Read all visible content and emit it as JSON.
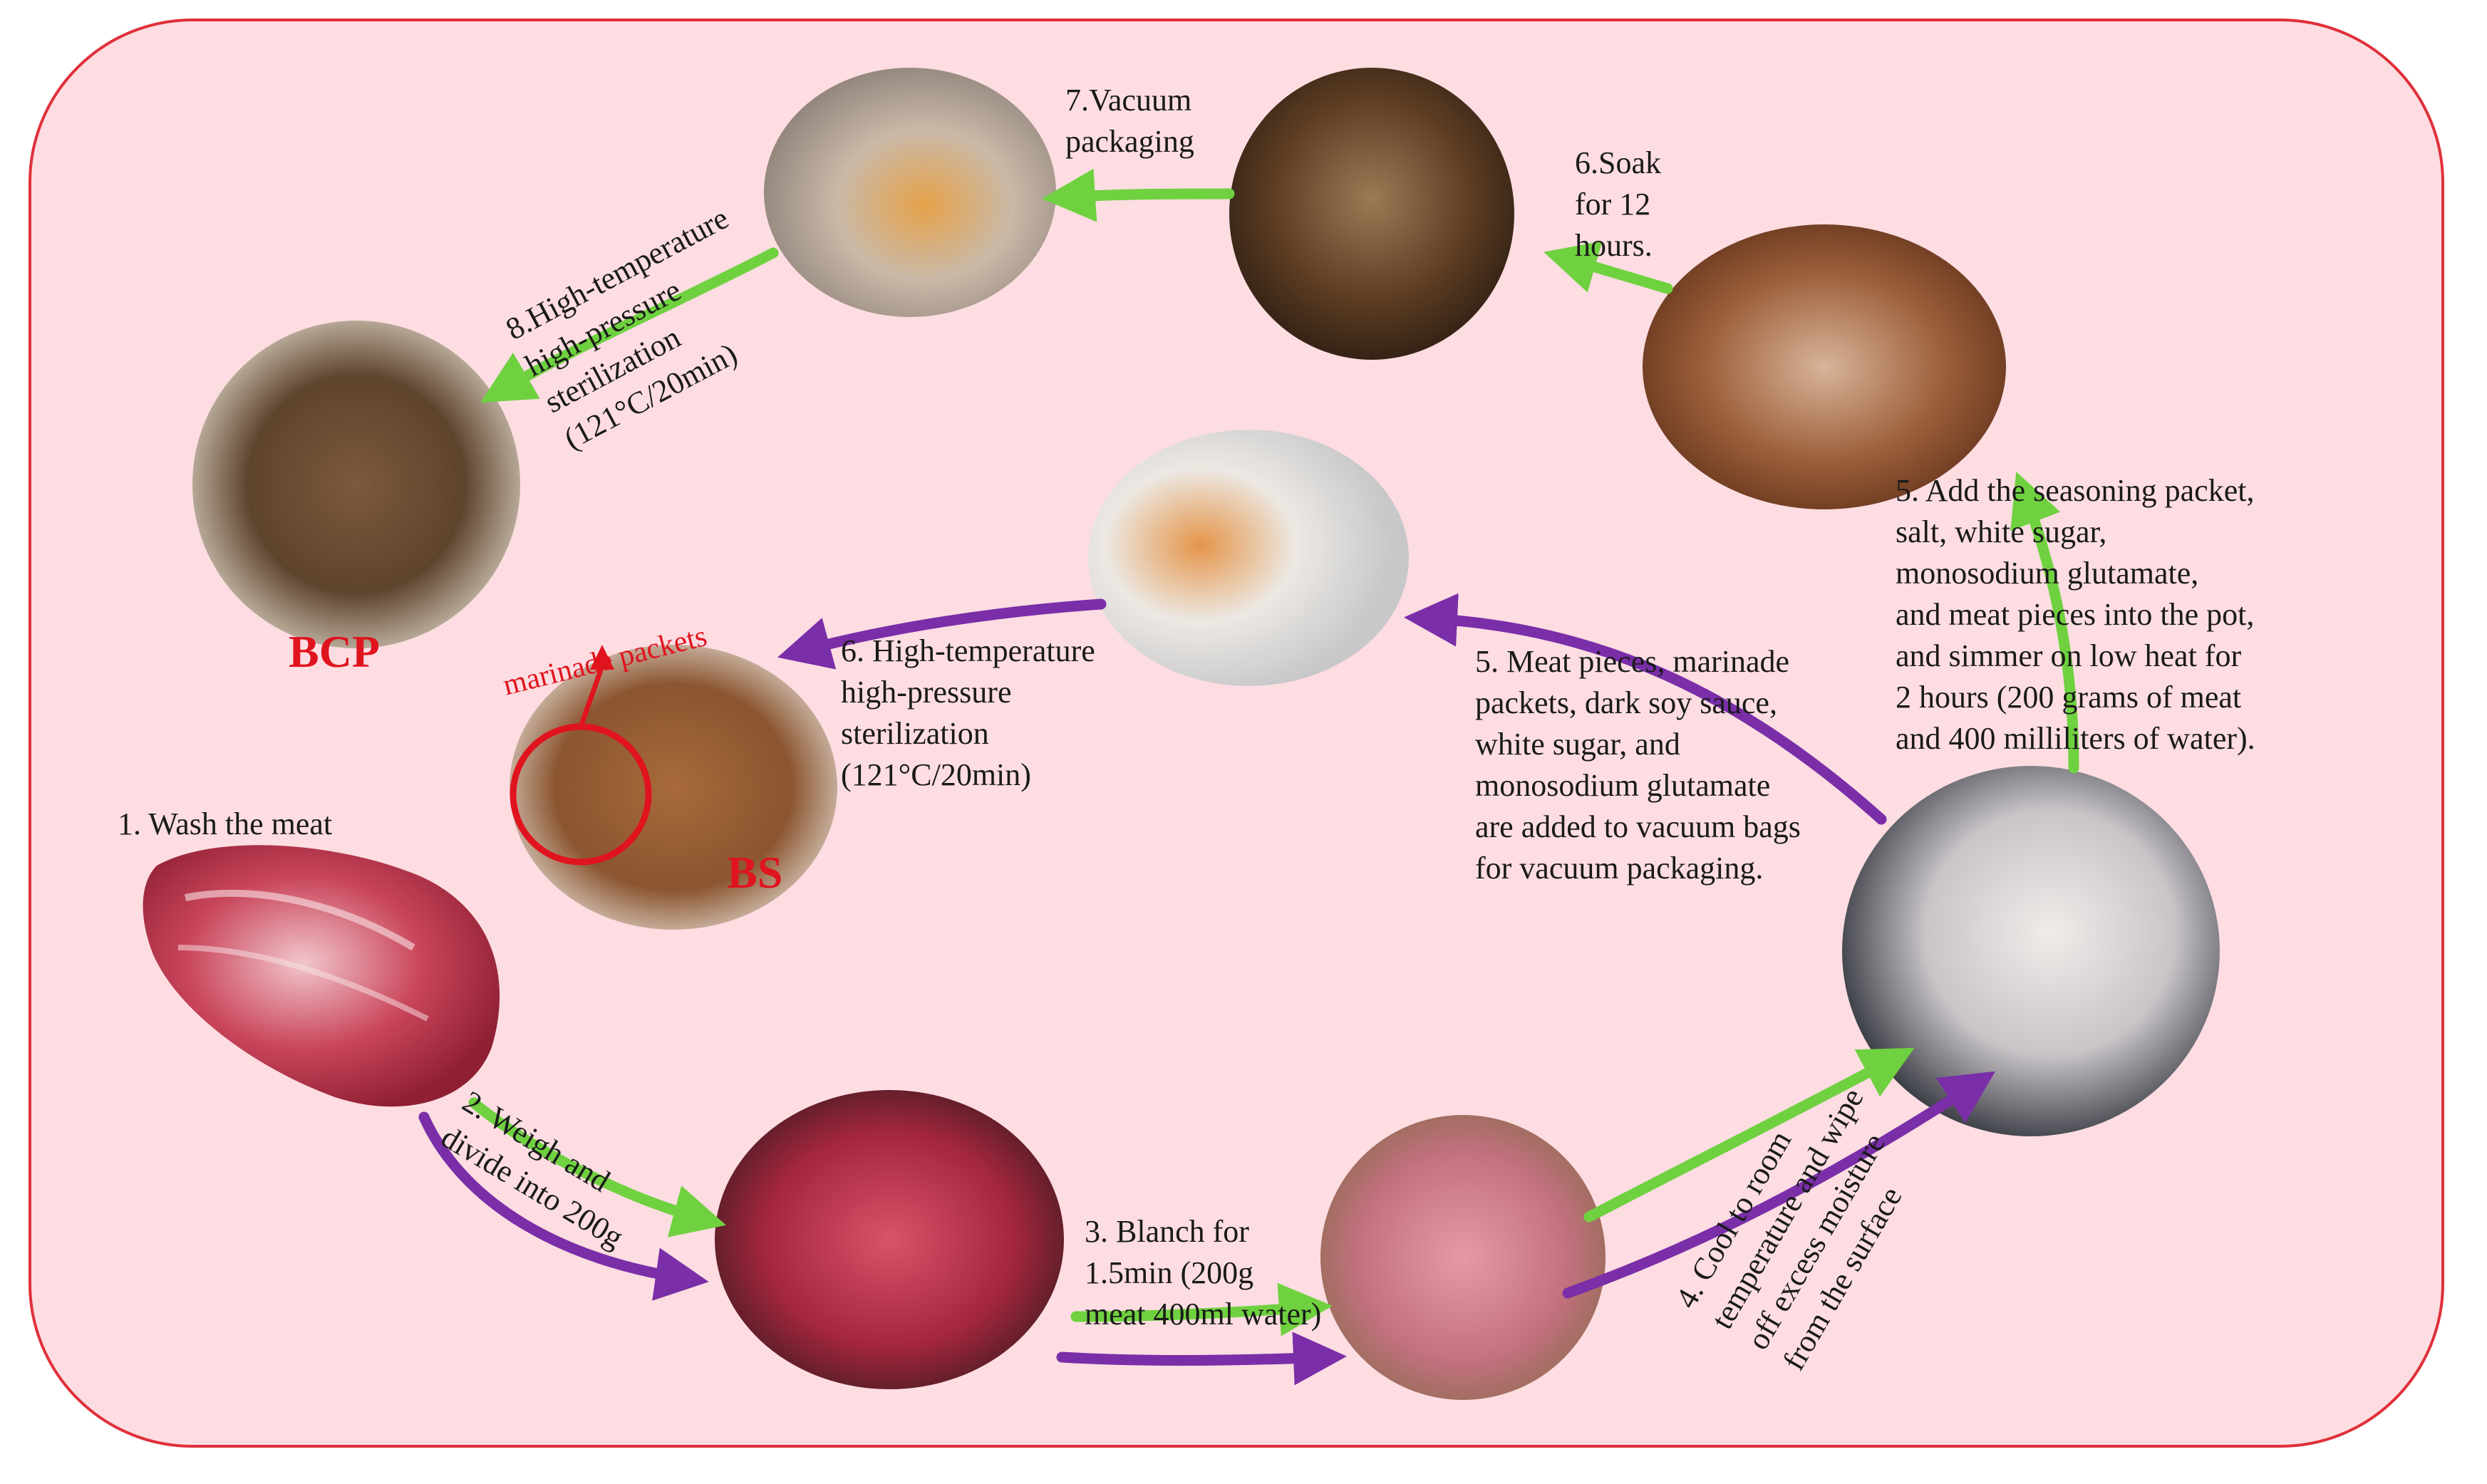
{
  "steps": {
    "s1": "1. Wash the meat",
    "s2": "2. Weigh and\ndivide into 200g",
    "s3": "3. Blanch for\n1.5min (200g\nmeat 400ml water)",
    "s4": "4. Cool to room\ntemperature and wipe\noff excess moisture\nfrom the surface",
    "s5_bcp": "5. Add the seasoning packet,\nsalt, white sugar,\nmonosodium glutamate,\nand meat pieces into the pot,\nand simmer on low heat for\n2 hours (200 grams of meat\nand 400 milliliters of water).",
    "s5_bs": "5. Meat pieces, marinade\npackets, dark soy sauce,\nwhite sugar, and\nmonosodium glutamate\nare added to vacuum bags\nfor vacuum packaging.",
    "s6_bcp": "6.Soak\nfor 12\nhours.",
    "s6_bs": "6. High-temperature\nhigh-pressure\nsterilization\n(121°C/20min)",
    "s7": "7.Vacuum\npackaging",
    "s8": "8.High-temperature\nhigh-pressure\nsterilization\n(121°C/20min)"
  },
  "products": {
    "bcp": "BCP",
    "bs": "BS",
    "marinade_label": "marinade packets"
  },
  "colors": {
    "panel_fill": "#fddde2",
    "panel_border": "#e0303a",
    "green_arrow": "#6fd13f",
    "purple_arrow": "#7a2ea8",
    "product_label": "#e0141e"
  }
}
